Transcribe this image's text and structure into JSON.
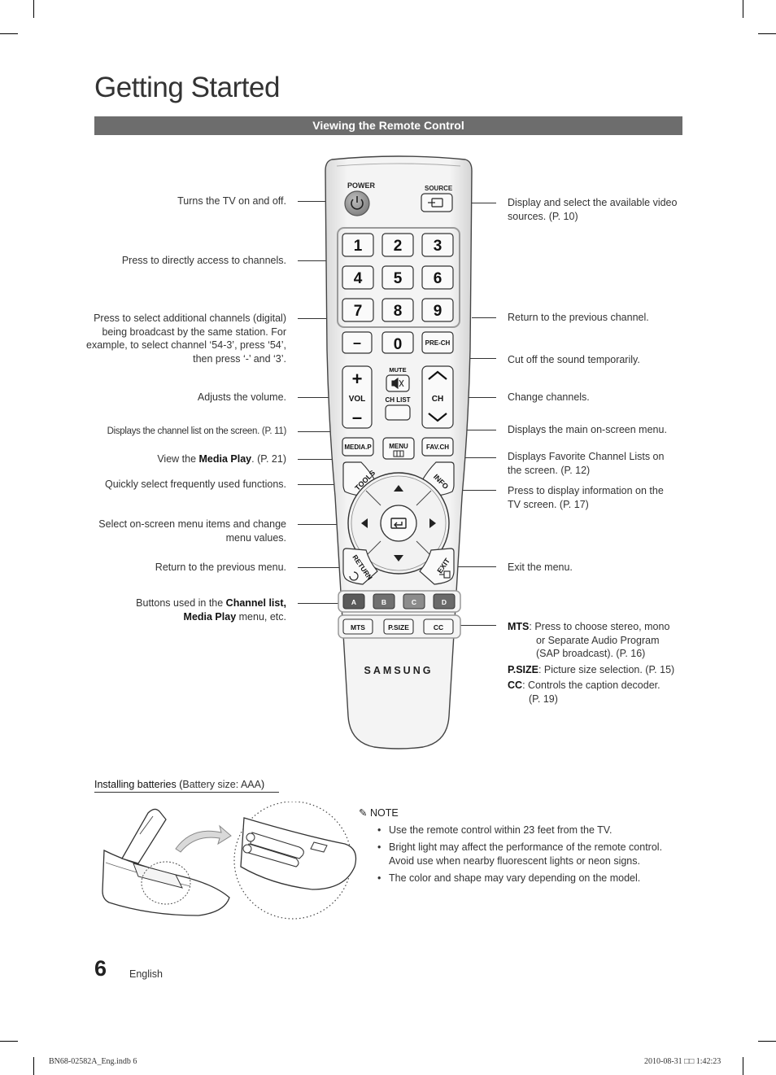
{
  "page": {
    "title": "Getting Started",
    "section_title": "Viewing the Remote Control",
    "page_number": "6",
    "language": "English",
    "footer_file": "BN68-02582A_Eng.indb   6",
    "footer_date": "2010-08-31   □□ 1:42:23"
  },
  "left_callouts": {
    "power": "Turns the TV on and off.",
    "numbers": "Press to directly access to channels.",
    "dash": "Press to select additional channels (digital) being broadcast by the same station. For example, to select channel ‘54-3’, press ‘54’, then press ‘-’ and ‘3’.",
    "volume": "Adjusts the volume.",
    "chlist": "Displays the channel list on the screen. (P. 11)",
    "mediap_pre": "View the ",
    "mediap_bold": "Media Play",
    "mediap_post": ". (P. 21)",
    "tools": "Quickly select frequently used functions.",
    "navigate": "Select on-screen menu items and change menu values.",
    "return": "Return to the previous menu.",
    "color_pre": "Buttons used in the ",
    "color_bold1": "Channel list,",
    "color_bold2": "Media Play",
    "color_post": " menu, etc."
  },
  "right_callouts": {
    "source": "Display and select the available video sources. (P. 10)",
    "prech": "Return to the previous channel.",
    "mute": "Cut off the sound temporarily.",
    "channel": "Change channels.",
    "menu": "Displays the main on-screen menu.",
    "favch": "Displays Favorite Channel Lists on the screen. (P. 12)",
    "info": "Press to display information on the TV screen. (P. 17)",
    "exit": "Exit the menu.",
    "mts_key": "MTS",
    "mts_line1": ": Press to choose stereo, mono",
    "mts_line2": "or Separate Audio Program",
    "mts_line3": "(SAP broadcast). (P. 16)",
    "psize_key": "P.SIZE",
    "psize_text": ": Picture size selection. (P. 15)",
    "cc_key": "CC",
    "cc_line1": ": Controls the caption decoder.",
    "cc_line2": "(P. 19)"
  },
  "remote": {
    "power": "POWER",
    "source": "SOURCE",
    "digits": [
      "1",
      "2",
      "3",
      "4",
      "5",
      "6",
      "7",
      "8",
      "9"
    ],
    "dash": "–",
    "zero": "0",
    "prech": "PRE-CH",
    "mute": "MUTE",
    "vol": "VOL",
    "plus": "+",
    "minus": "–",
    "ch": "CH",
    "chlist": "CH LIST",
    "mediap": "MEDIA.P",
    "menu": "MENU",
    "favch": "FAV.CH",
    "tools": "TOOLS",
    "info": "INFO",
    "return": "RETURN",
    "exit": "EXIT",
    "color_buttons": [
      "A",
      "B",
      "C",
      "D"
    ],
    "bottom_buttons": [
      "MTS",
      "P.SIZE",
      "CC"
    ],
    "brand": "SAMSUNG"
  },
  "install": {
    "title": "Installing batteries (",
    "paren": "Battery size: AAA",
    "close": ")"
  },
  "note": {
    "heading": "NOTE",
    "items": [
      "Use the remote control within 23 feet from the TV.",
      "Bright light may affect the performance of the remote control. Avoid use when nearby fluorescent lights or neon signs.",
      "The color and shape may vary depending on the model."
    ]
  },
  "colors": {
    "section_bar": "#6d6d6d",
    "btn_a": "#5a5a5a",
    "btn_b": "#707070",
    "btn_c": "#8c8c8c",
    "btn_d": "#6a6a6a"
  }
}
